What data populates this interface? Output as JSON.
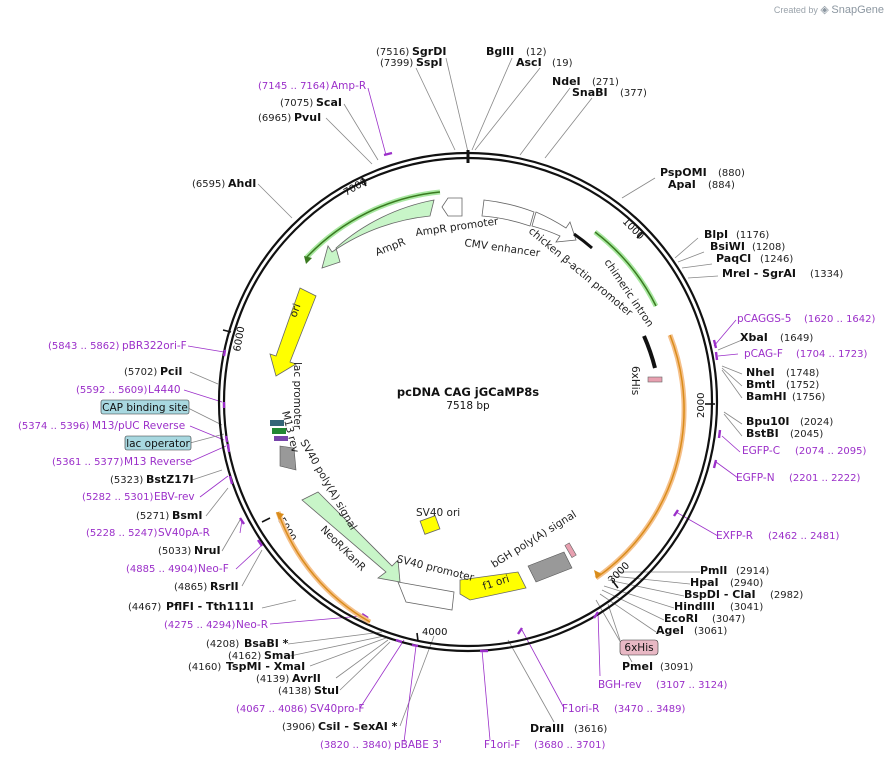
{
  "watermark": {
    "prefix": "Created by",
    "brand": "SnapGene"
  },
  "plasmid": {
    "name": "pcDNA CAG jGCaMP8s",
    "size_label": "7518 bp",
    "length": 7518
  },
  "ticks": [
    "1000",
    "2000",
    "3000",
    "4000",
    "5000",
    "6000",
    "7000"
  ],
  "colors": {
    "primer": "#9b2fc9",
    "backbone": "#111111",
    "promoter": "#ffffff",
    "cds_green": "#c8f5c8",
    "ori_yellow": "#ffff00",
    "orange": "#f5a623"
  },
  "features": [
    {
      "label": "AmpR",
      "kind": "cds",
      "color": "#c8f5c8"
    },
    {
      "label": "AmpR promoter",
      "kind": "promoter",
      "color": "#ffffff"
    },
    {
      "label": "CMV enhancer",
      "kind": "enhancer",
      "color": "#ffffff"
    },
    {
      "label": "chicken β-actin promoter",
      "kind": "promoter",
      "color": "#ffffff"
    },
    {
      "label": "chimeric intron",
      "kind": "intron",
      "color": "#111111"
    },
    {
      "label": "6xHis",
      "kind": "tag",
      "color": "#e8a0b0"
    },
    {
      "label": "ori",
      "kind": "origin",
      "color": "#ffff00"
    },
    {
      "label": "lac promoter",
      "kind": "promoter",
      "color": "#ffffff"
    },
    {
      "label": "M13 rev",
      "kind": "primer",
      "color": "#ffffff"
    },
    {
      "label": "SV40 poly(A) signal",
      "kind": "terminator",
      "color": "#999999"
    },
    {
      "label": "NeoR/KanR",
      "kind": "cds",
      "color": "#c8f5c8"
    },
    {
      "label": "SV40 promoter",
      "kind": "promoter",
      "color": "#ffffff"
    },
    {
      "label": "SV40 ori",
      "kind": "origin",
      "color": "#ffff00"
    },
    {
      "label": "f1 ori",
      "kind": "origin",
      "color": "#ffff00"
    },
    {
      "label": "bGH poly(A) signal",
      "kind": "terminator",
      "color": "#999999"
    }
  ],
  "sites_right": [
    {
      "name": "SgrDI",
      "pos": "(7516)"
    },
    {
      "name": "SspI",
      "pos": "(7399)"
    },
    {
      "name": "BglII",
      "pos": "(12)"
    },
    {
      "name": "AscI",
      "pos": "(19)"
    },
    {
      "name": "NdeI",
      "pos": "(271)"
    },
    {
      "name": "SnaBI",
      "pos": "(377)"
    },
    {
      "name": "PspOMI",
      "pos": "(880)"
    },
    {
      "name": "ApaI",
      "pos": "(884)"
    },
    {
      "name": "BlpI",
      "pos": "(1176)"
    },
    {
      "name": "BsiWI",
      "pos": "(1208)"
    },
    {
      "name": "PaqCI",
      "pos": "(1246)"
    },
    {
      "name": "MreI - SgrAI",
      "pos": "(1334)"
    },
    {
      "name": "XbaI",
      "pos": "(1649)"
    },
    {
      "name": "NheI",
      "pos": "(1748)"
    },
    {
      "name": "BmtI",
      "pos": "(1752)"
    },
    {
      "name": "BamHI",
      "pos": "(1756)"
    },
    {
      "name": "Bpu10I",
      "pos": "(2024)"
    },
    {
      "name": "BstBI",
      "pos": "(2045)"
    },
    {
      "name": "PmlI",
      "pos": "(2914)"
    },
    {
      "name": "HpaI",
      "pos": "(2940)"
    },
    {
      "name": "BspDI - ClaI",
      "pos": "(2982)"
    },
    {
      "name": "HindIII",
      "pos": "(3041)"
    },
    {
      "name": "EcoRI",
      "pos": "(3047)"
    },
    {
      "name": "AgeI",
      "pos": "(3061)"
    },
    {
      "name": "PmeI",
      "pos": "(3091)"
    },
    {
      "name": "DraIII",
      "pos": "(3616)"
    }
  ],
  "sites_left": [
    {
      "name": "ScaI",
      "pos": "(7075)"
    },
    {
      "name": "PvuI",
      "pos": "(6965)"
    },
    {
      "name": "AhdI",
      "pos": "(6595)"
    },
    {
      "name": "PciI",
      "pos": "(5702)"
    },
    {
      "name": "BstZ17I",
      "pos": "(5323)"
    },
    {
      "name": "BsmI",
      "pos": "(5271)"
    },
    {
      "name": "NruI",
      "pos": "(5033)"
    },
    {
      "name": "RsrII",
      "pos": "(4865)"
    },
    {
      "name": "PflFI - Tth111I",
      "pos": "(4467)"
    },
    {
      "name": "BsaBI *",
      "pos": "(4208)"
    },
    {
      "name": "SmaI",
      "pos": "(4162)"
    },
    {
      "name": "TspMI - XmaI",
      "pos": "(4160)"
    },
    {
      "name": "AvrII",
      "pos": "(4139)"
    },
    {
      "name": "StuI",
      "pos": "(4138)"
    },
    {
      "name": "CsiI - SexAI *",
      "pos": "(3906)"
    }
  ],
  "primers": [
    {
      "name": "Amp-R",
      "range": "(7145 .. 7164)"
    },
    {
      "name": "pCAGGS-5",
      "range": "(1620 .. 1642)"
    },
    {
      "name": "pCAG-F",
      "range": "(1704 .. 1723)"
    },
    {
      "name": "EGFP-C",
      "range": "(2074 .. 2095)"
    },
    {
      "name": "EGFP-N",
      "range": "(2201 .. 2222)"
    },
    {
      "name": "EXFP-R",
      "range": "(2462 .. 2481)"
    },
    {
      "name": "BGH-rev",
      "range": "(3107 .. 3124)"
    },
    {
      "name": "F1ori-R",
      "range": "(3470 .. 3489)"
    },
    {
      "name": "F1ori-F",
      "range": "(3680 .. 3701)"
    },
    {
      "name": "pBABE 3'",
      "range": "(3820 .. 3840)"
    },
    {
      "name": "SV40pro-F",
      "range": "(4067 .. 4086)"
    },
    {
      "name": "Neo-R",
      "range": "(4275 .. 4294)"
    },
    {
      "name": "Neo-F",
      "range": "(4885 .. 4904)"
    },
    {
      "name": "SV40pA-R",
      "range": "(5228 .. 5247)"
    },
    {
      "name": "EBV-rev",
      "range": "(5282 .. 5301)"
    },
    {
      "name": "M13 Reverse",
      "range": "(5361 .. 5377)"
    },
    {
      "name": "M13/pUC Reverse",
      "range": "(5374 .. 5396)"
    },
    {
      "name": "L4440",
      "range": "(5592 .. 5609)"
    },
    {
      "name": "pBR322ori-F",
      "range": "(5843 .. 5862)"
    }
  ],
  "boxed_labels": [
    {
      "name": "CAP binding site",
      "color": "#a8d8e0"
    },
    {
      "name": "lac operator",
      "color": "#a8d8e0"
    },
    {
      "name": "6xHis",
      "color": "#e8b8c4"
    }
  ]
}
